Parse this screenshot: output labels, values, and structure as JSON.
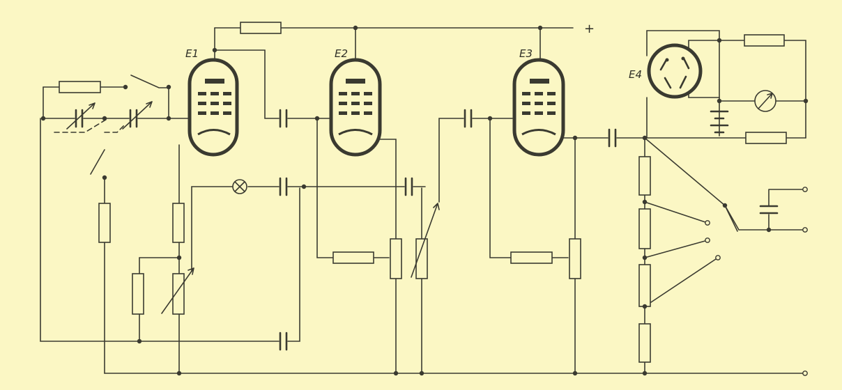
{
  "tube_labels": {
    "e1": "E1",
    "e2": "E2",
    "e3": "E3",
    "e4": "E4"
  },
  "supply_label": "+",
  "colors": {
    "background": "#fbf7c4",
    "ink": "#3a3a30"
  }
}
